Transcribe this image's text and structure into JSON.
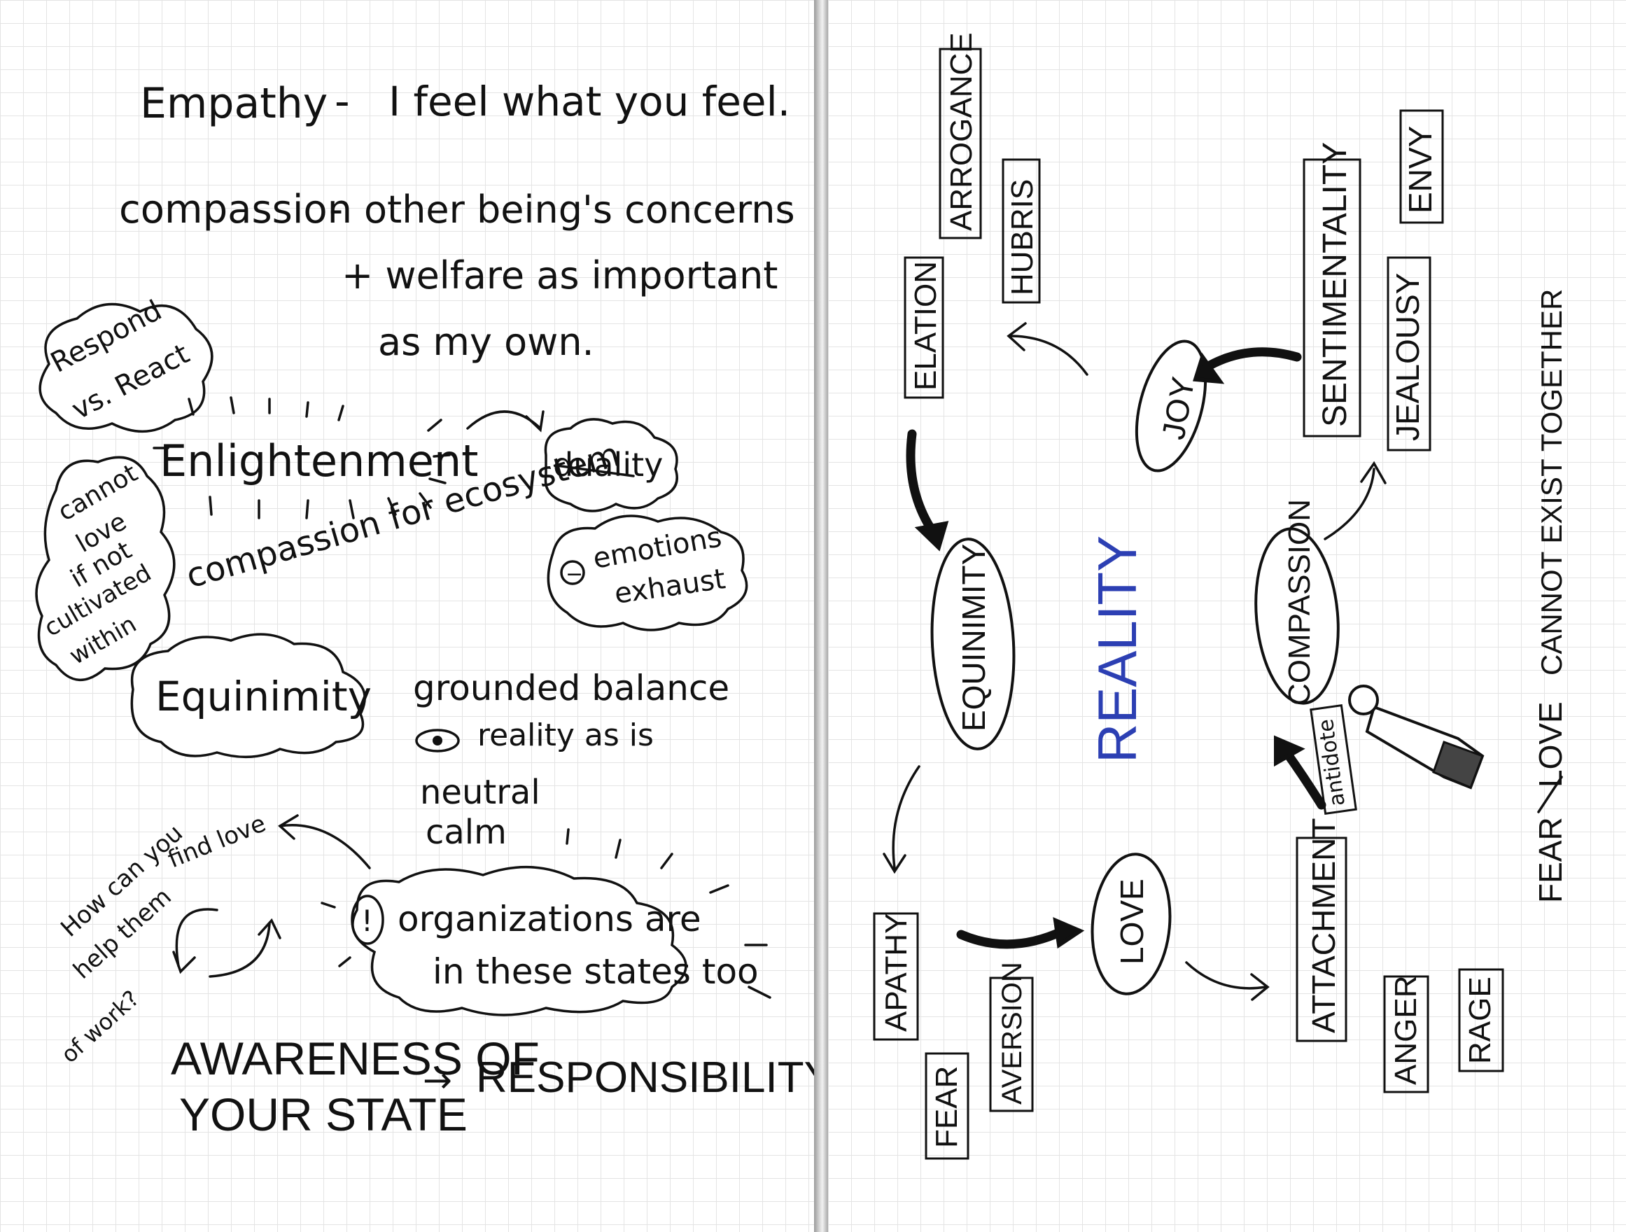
{
  "left": {
    "empathy": {
      "term": "Empathy",
      "dash": "-",
      "definition": "I feel what you feel."
    },
    "compassion": {
      "term": "compassion",
      "dash": "-",
      "line1": "other being's concerns",
      "line2": "+ welfare as important",
      "line3": "as my own."
    },
    "respond_cloud": {
      "line1": "Respond",
      "line2": "vs. React"
    },
    "enlightenment": "Enlightenment",
    "duality": "duality",
    "cannot_love_cloud": [
      "cannot",
      "love",
      "if not",
      "cultivated",
      "within"
    ],
    "compassion_for": "compassion for ecosystem",
    "emotions_cloud": {
      "sign": "−",
      "line1": "emotions",
      "line2": "exhaust"
    },
    "equinimity_cloud": "Equinimity",
    "grounded_balance": "grounded  balance",
    "reality_as_is": "reality as is",
    "neutral": "neutral",
    "calm": "calm",
    "question": {
      "line1": "How can you",
      "line2": "help them",
      "line3": "find love",
      "line4": "of work?"
    },
    "organizations_cloud": {
      "mark": "!",
      "line1": "organizations are",
      "line2": "in these states too"
    },
    "awareness": {
      "line1": "AWARENESS OF",
      "line2": "YOUR STATE"
    },
    "arrow_text": "→",
    "responsibility": "RESPONSIBILITY"
  },
  "right": {
    "top_boxes": {
      "arrogance": "ARROGANCE",
      "hubris": "HUBRIS",
      "elation": "ELATION"
    },
    "joy": "JOY",
    "sentimentality": "SENTIMENTALITY",
    "envy": "ENVY",
    "jealousy": "JEALOUSY",
    "equinimity": "EQUINIMITY",
    "reality": "REALITY",
    "compassion": "COMPASSION",
    "antidote": "antidote",
    "love": "LOVE",
    "apathy": "APATHY",
    "aversion": "AVERSION",
    "fear": "FEAR",
    "attachment": "ATTACHMENT",
    "anger": "ANGER",
    "rage": "RAGE",
    "side_note": {
      "fear": "FEAR",
      "love": "LOVE",
      "rest": "CANNOT EXIST TOGETHER"
    }
  },
  "colors": {
    "ink": "#111111",
    "reality_blue": "#2c3fb3",
    "paper": "#ffffff",
    "grid": "#e4e4e4"
  }
}
